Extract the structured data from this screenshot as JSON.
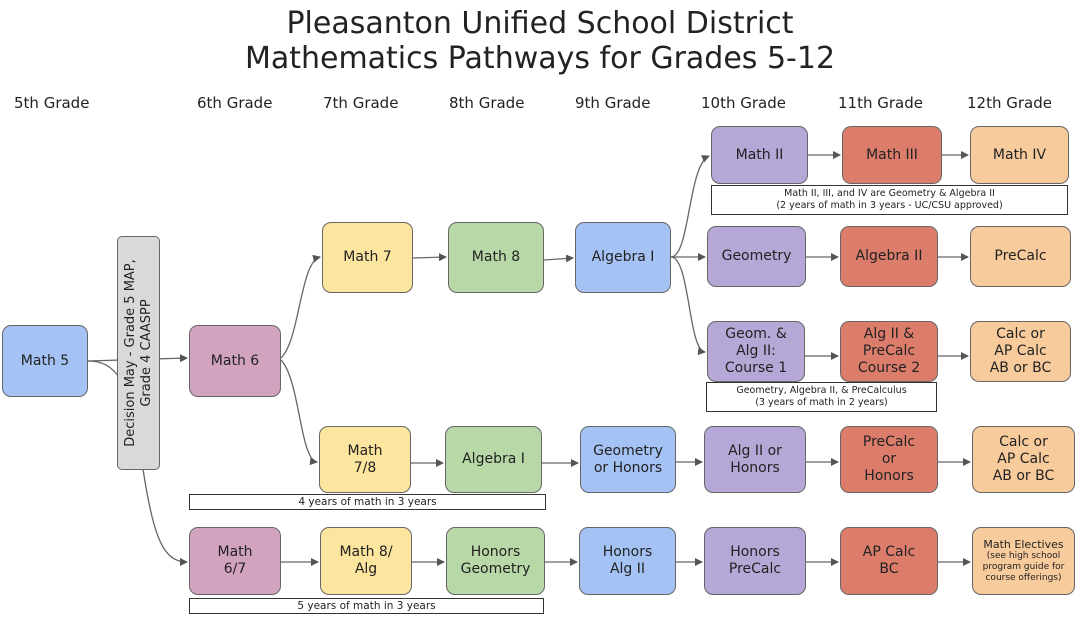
{
  "title": {
    "line1": "Pleasanton Unified School District",
    "line2": "Mathematics Pathways for Grades 5-12"
  },
  "grades": [
    "5th Grade",
    "6th Grade",
    "7th Grade",
    "8th Grade",
    "9th Grade",
    "10th Grade",
    "11th Grade",
    "12th Grade"
  ],
  "decision": "Decision May - Grade 5 MAP, Grade 4 CAASPP",
  "colors": {
    "green": "#b8d8a8",
    "yellow": "#fce59e",
    "purple": "#b5a7d6",
    "red": "#dc7d6c",
    "orange": "#f8cb9c",
    "blue": "#a4c2f4",
    "pink": "#d2a3bf",
    "gray": "#d9d9d9"
  },
  "courses": {
    "math5": "Math 5",
    "math6": "Math 6",
    "math7": "Math 7",
    "math8": "Math 8",
    "algebra1_9": "Algebra I",
    "math2": "Math II",
    "math3": "Math III",
    "math4": "Math IV",
    "geometry": "Geometry",
    "algebra2": "Algebra II",
    "precalc": "PreCalc",
    "geom_alg2_c1": [
      "Geom. &",
      "Alg II:",
      "Course 1"
    ],
    "alg2_precalc_c2": [
      "Alg II &",
      "PreCalc",
      "Course 2"
    ],
    "calc_ap_1": [
      "Calc or",
      "AP Calc",
      "AB or BC"
    ],
    "math78": [
      "Math",
      "7/8"
    ],
    "algebra1_8": "Algebra I",
    "geom_honors": [
      "Geometry",
      "or Honors"
    ],
    "alg2_honors": [
      "Alg II or",
      "Honors"
    ],
    "precalc_honors": [
      "PreCalc",
      "or",
      "Honors"
    ],
    "calc_ap_2": [
      "Calc or",
      "AP Calc",
      "AB or BC"
    ],
    "math67": [
      "Math",
      "6/7"
    ],
    "math8alg": [
      "Math 8/",
      "Alg"
    ],
    "honors_geom": [
      "Honors",
      "Geometry"
    ],
    "honors_alg2": [
      "Honors",
      "Alg II"
    ],
    "honors_precalc": [
      "Honors",
      "PreCalc"
    ],
    "ap_calc_bc": [
      "AP Calc",
      "BC"
    ],
    "math_electives": {
      "title": "Math Electives",
      "sub": [
        "(see high school",
        "program guide for",
        "course offerings)"
      ]
    }
  },
  "notes": {
    "math2_note": [
      "Math II, III, and IV are Geometry & Algebra II",
      "(2 years of math in 3 years - UC/CSU approved)"
    ],
    "compressed_note": [
      "Geometry, Algebra II, & PreCalculus",
      "(3 years of math in 2 years)"
    ],
    "four_years": "4 years of math in 3 years",
    "five_years": "5 years of math in 3 years"
  }
}
